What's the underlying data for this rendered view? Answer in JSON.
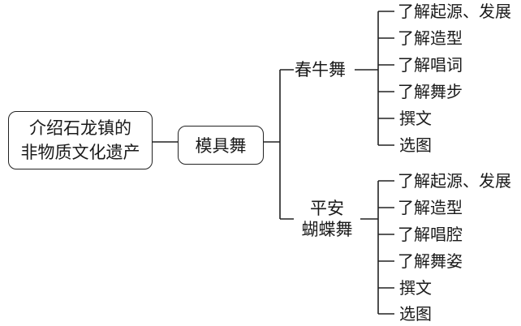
{
  "root": {
    "line1": "介绍石龙镇的",
    "line2": "非物质文化遗产"
  },
  "middle": {
    "label": "模具舞"
  },
  "branches": [
    {
      "label_lines": [
        "春牛舞"
      ],
      "leaves": [
        "了解起源、发展",
        "了解造型",
        "了解唱词",
        "了解舞步",
        "撰文",
        "选图"
      ]
    },
    {
      "label_lines": [
        "平安",
        "蝴蝶舞"
      ],
      "leaves": [
        "了解起源、发展",
        "了解造型",
        "了解唱腔",
        "了解舞姿",
        "撰文",
        "选图"
      ]
    }
  ]
}
